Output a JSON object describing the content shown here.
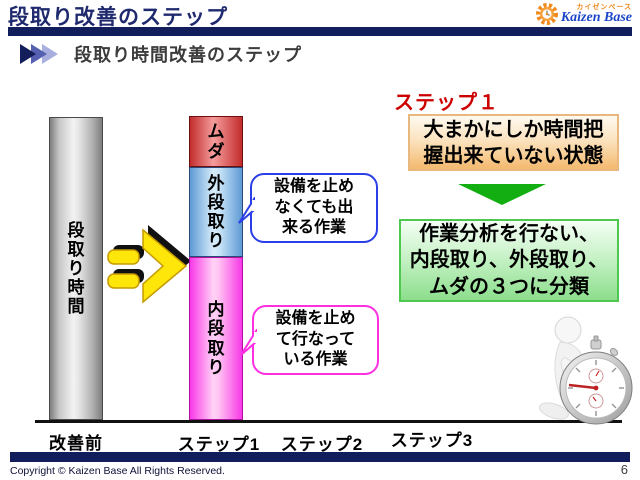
{
  "header": {
    "title": "段取り改善のステップ",
    "logo": {
      "kana": "カイゼンベース",
      "brand": "Kaizen Base"
    }
  },
  "subtitle": "段取り時間改善のステップ",
  "diagram": {
    "before_bar_label": "段取り時間",
    "segments": [
      {
        "label": "ムダ",
        "color": "#D84040"
      },
      {
        "label": "外段取り",
        "color": "#8FBCE4"
      },
      {
        "label": "内段取り",
        "color": "#FF8CEE"
      }
    ],
    "axis_labels": [
      "改善前",
      "ステップ1",
      "ステップ2",
      "ステップ3"
    ],
    "callout_external": "設備を止め\nなくても出\n来る作業",
    "callout_internal": "設備を止め\nて行なって\nいる作業"
  },
  "step_panel": {
    "step_label": "ステップ１",
    "state_box": "大まかにしか時間把\n握出来ていない状態",
    "action_box": "作業分析を行ない、\n内段取り、外段取り、\nムダの３つに分類"
  },
  "footer": {
    "copyright": "Copyright ©  Kaizen Base  All Rights Reserved.",
    "page": "6"
  },
  "icons": {
    "subtitle_marker": "triple-chevron-right",
    "logo_mark": "gear-clock",
    "transform_arrow": "yellow-right-arrow",
    "flow_arrow": "green-down-triangle",
    "mascot": "white-figure-with-stopwatch"
  },
  "colors": {
    "navy": "#121E5C",
    "title_text": "#1F2A6E",
    "step_red": "#CC0000",
    "state_box_border": "#E8B87E",
    "action_box_border": "#4EC84E",
    "flow_green": "#12AE12",
    "callout_blue": "#2B3FE8",
    "callout_pink": "#FF2FE3"
  }
}
